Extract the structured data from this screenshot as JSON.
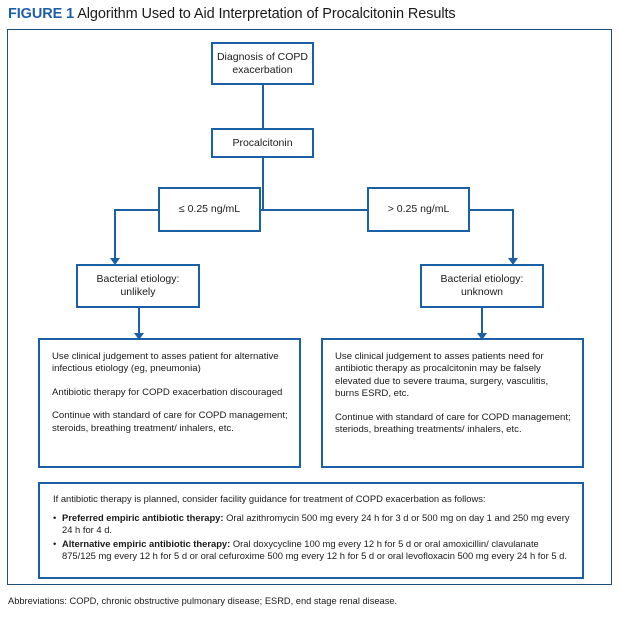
{
  "figure": {
    "label": "FIGURE 1",
    "title": "Algorithm Used to Aid Interpretation of Procalcitonin Results",
    "border_color": "#1f4e79",
    "accent_color": "#1b5fa6",
    "label_color": "#1f5faa"
  },
  "nodes": {
    "diagnosis": "Diagnosis of COPD\nexacerbation",
    "procalcitonin": "Procalcitonin",
    "threshold_low": "≤ 0.25 ng/mL",
    "threshold_high": "> 0.25 ng/mL",
    "etiology_unlikely": "Bacterial etiology:\nunlikely",
    "etiology_unknown": "Bacterial etiology:\nunknown"
  },
  "detail_left": {
    "paragraphs": [
      "Use clinical judgement to asses patient for alternative infectious etiology (eg, pneumonia)",
      "Antibiotic therapy for COPD exacerbation discouraged",
      "Continue with standard of care for COPD management; steroids, breathing treatment/ inhalers, etc."
    ]
  },
  "detail_right": {
    "paragraphs": [
      "Use clinical judgement to asses patients need for antibiotic therapy as procalcitonin may be falsely elevated due to severe trauma, surgery, vasculitis, burns ESRD, etc.",
      "Continue with standard of care for COPD management; steriods, breathing treatments/ inhalers, etc."
    ]
  },
  "therapy": {
    "intro": "If antibiotic therapy is planned, consider facility guidance for treatment of COPD exacerbation as follows:",
    "items": [
      {
        "label": "Preferred empiric antibiotic therapy:",
        "text": " Oral azithromycin 500 mg every 24 h for 3 d or 500 mg on day 1 and 250 mg every 24 h for 4 d."
      },
      {
        "label": "Alternative empiric antibiotic therapy:",
        "text": " Oral doxycycline 100 mg every 12 h for 5 d or oral amoxicillin/ clavulanate 875/125 mg every 12 h for 5 d or oral cefuroxime 500 mg every 12 h for 5 d or oral levofloxacin 500 mg every 24 h for 5 d."
      }
    ]
  },
  "footnote": "Abbreviations: COPD, chronic obstructive pulmonary disease; ESRD, end stage renal disease."
}
